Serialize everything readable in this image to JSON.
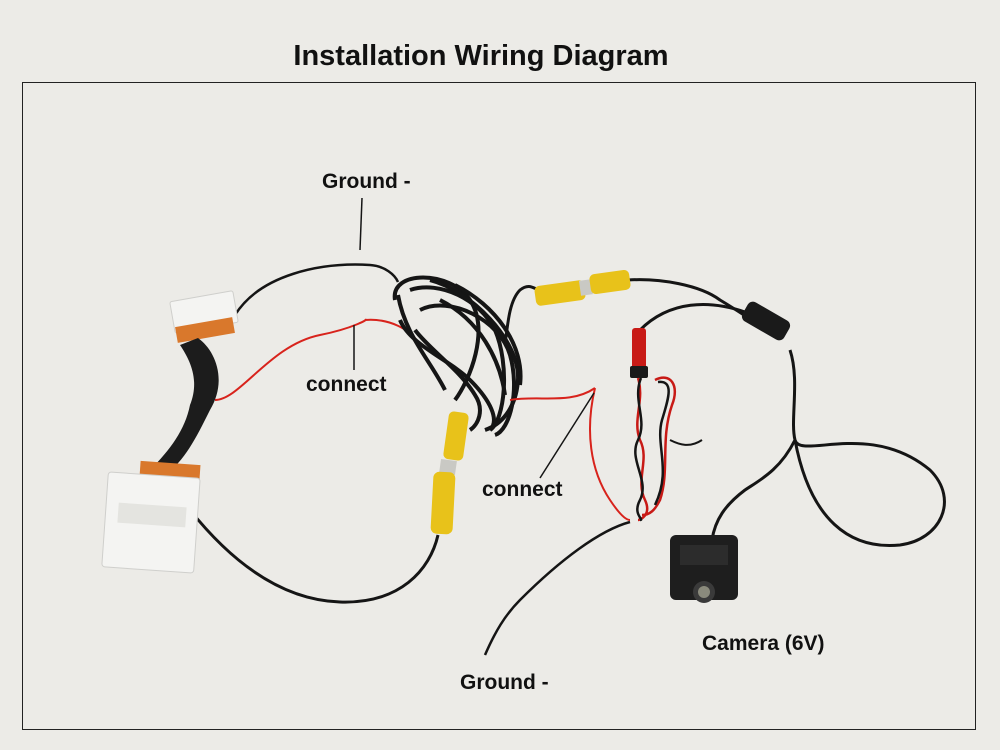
{
  "title": "Installation Wiring Diagram",
  "labels": {
    "ground_top": "Ground -",
    "connect_left": "connect",
    "connect_right": "connect",
    "ground_bottom": "Ground -",
    "camera": "Camera (6V)"
  },
  "colors": {
    "background": "#ecebe7",
    "black_cable": "#151515",
    "red_wire": "#d8231c",
    "rca_yellow": "#e8c21a",
    "connector_white": "#f4f4f2",
    "orange_pins": "#d9782c"
  }
}
